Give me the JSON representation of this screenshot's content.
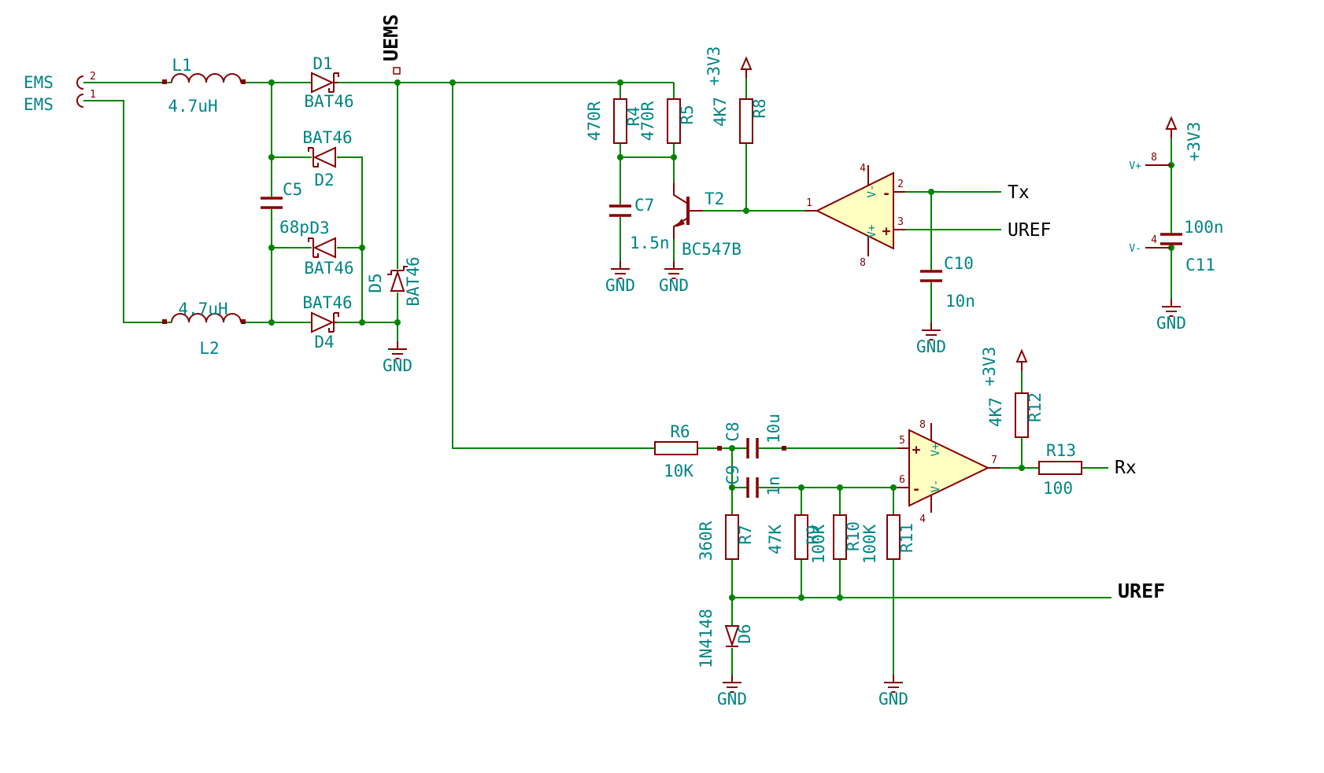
{
  "schematic": {
    "colors": {
      "wire": "#008400",
      "component": "#840000",
      "text": "#008484",
      "net_label": "#000000",
      "opamp_fill": "#FFFFC2",
      "background": "#FFFFFF"
    },
    "net_labels": {
      "uems": "UEMS",
      "tx": "Tx",
      "uref_top": "UREF",
      "rx": "Rx",
      "uref_bottom": "UREF",
      "ems_a": "EMS",
      "ems_b": "EMS"
    },
    "power": {
      "v33": "+3V3",
      "gnd": "GND"
    },
    "connector": {
      "pin1": "1",
      "pin2": "2"
    },
    "components": {
      "L1": {
        "ref": "L1",
        "value": "4.7uH"
      },
      "L2": {
        "ref": "L2",
        "value": "4.7uH"
      },
      "D1": {
        "ref": "D1",
        "value": "BAT46"
      },
      "D2": {
        "ref": "D2",
        "value": "BAT46"
      },
      "D3": {
        "ref": "D3",
        "value": "BAT46"
      },
      "D4": {
        "ref": "D4",
        "value": "BAT46"
      },
      "D5": {
        "ref": "D5",
        "value": "BAT46"
      },
      "D6": {
        "ref": "D6",
        "value": "1N4148"
      },
      "C5": {
        "ref": "C5",
        "value": "68p"
      },
      "C7": {
        "ref": "C7",
        "value": "1.5n"
      },
      "C8": {
        "ref": "C8",
        "value": "10u"
      },
      "C9": {
        "ref": "C9",
        "value": "1n"
      },
      "C10": {
        "ref": "C10",
        "value": "10n"
      },
      "C11": {
        "ref": "C11",
        "value": "100n"
      },
      "R4": {
        "ref": "R4",
        "value": "470R"
      },
      "R5": {
        "ref": "R5",
        "value": "470R"
      },
      "R6": {
        "ref": "R6",
        "value": "10K"
      },
      "R7": {
        "ref": "R7",
        "value": "360R"
      },
      "R8": {
        "ref": "R8",
        "value": "4K7"
      },
      "R9": {
        "ref": "R9",
        "value": "47K"
      },
      "R10": {
        "ref": "R10",
        "value": "100K"
      },
      "R11": {
        "ref": "R11",
        "value": "100K"
      },
      "R12": {
        "ref": "R12",
        "value": "4K7"
      },
      "R13": {
        "ref": "R13",
        "value": "100"
      },
      "T2": {
        "ref": "T2",
        "value": "BC547B"
      }
    },
    "opamp1": {
      "pin_out": "1",
      "pin_inv": "2",
      "pin_noninv": "3",
      "pin_vminus": "4",
      "pin_vplus": "8",
      "lbl_vplus": "V+",
      "lbl_vminus": "V-",
      "plus": "+",
      "minus": "-"
    },
    "opamp2": {
      "pin_noninv": "5",
      "pin_inv": "6",
      "pin_out": "7",
      "pin_vplus": "8",
      "pin_vminus": "4",
      "lbl_vplus": "V+",
      "lbl_vminus": "V-",
      "plus": "+",
      "minus": "-"
    },
    "power_unit": {
      "pin_vplus": "8",
      "pin_vminus": "4",
      "lbl_vplus": "V+",
      "lbl_vminus": "V-"
    }
  }
}
